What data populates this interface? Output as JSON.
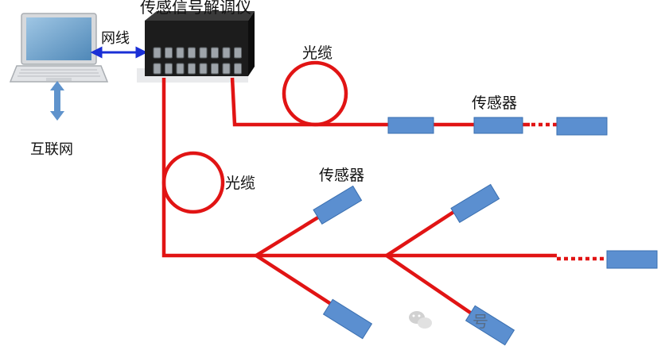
{
  "diagram": {
    "title": "传感信号解调仪",
    "labels": {
      "network_cable": "网线",
      "internet": "互联网",
      "cable_top": "光缆",
      "sensor_top": "传感器",
      "cable_left": "光缆",
      "sensor_mid": "传感器",
      "watermark_char": "号"
    },
    "colors": {
      "fiber": "#e11414",
      "sensor_fill": "#5b8fd0",
      "sensor_stroke": "#3a6fb0",
      "link_arrow": "#1a2fd6",
      "internet_arrow": "#5f93cc",
      "device_body": "#1a1a1a"
    },
    "icons": [
      "laptop-icon",
      "interrogator-device-icon",
      "wechat-icon"
    ]
  }
}
